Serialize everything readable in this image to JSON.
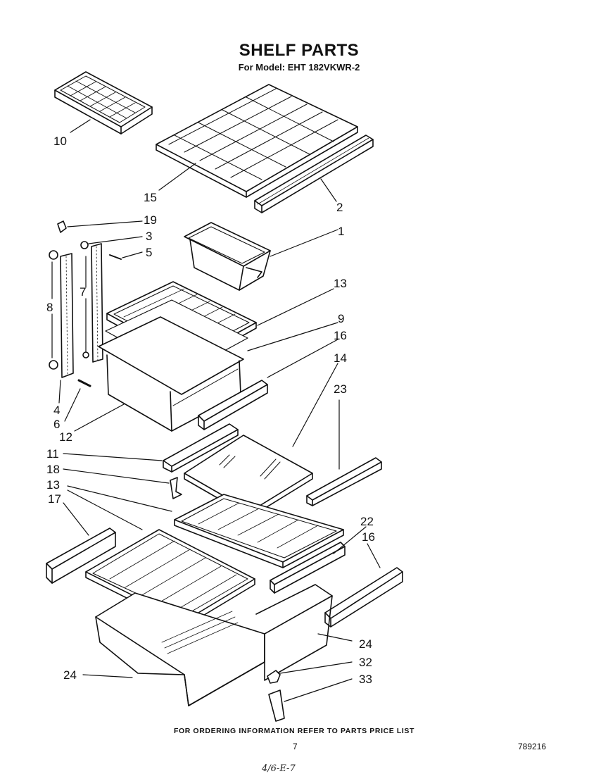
{
  "header": {
    "title": "SHELF PARTS",
    "model_line": "For Model: EHT 182VKWR-2"
  },
  "callouts": {
    "c10": "10",
    "c15": "15",
    "c2": "2",
    "c19": "19",
    "c3": "3",
    "c5": "5",
    "c1": "1",
    "c7": "7",
    "c8": "8",
    "c13a": "13",
    "c9": "9",
    "c16a": "16",
    "c14": "14",
    "c23": "23",
    "c4": "4",
    "c6": "6",
    "c12": "12",
    "c11": "11",
    "c18": "18",
    "c13b": "13",
    "c17": "17",
    "c22": "22",
    "c16b": "16",
    "c24a": "24",
    "c32": "32",
    "c33": "33",
    "c24b": "24"
  },
  "footer": {
    "ordering_note": "FOR ORDERING INFORMATION REFER TO PARTS PRICE LIST",
    "page_number": "7",
    "document_number": "789216",
    "handwritten_note": "4/6-E-7"
  }
}
